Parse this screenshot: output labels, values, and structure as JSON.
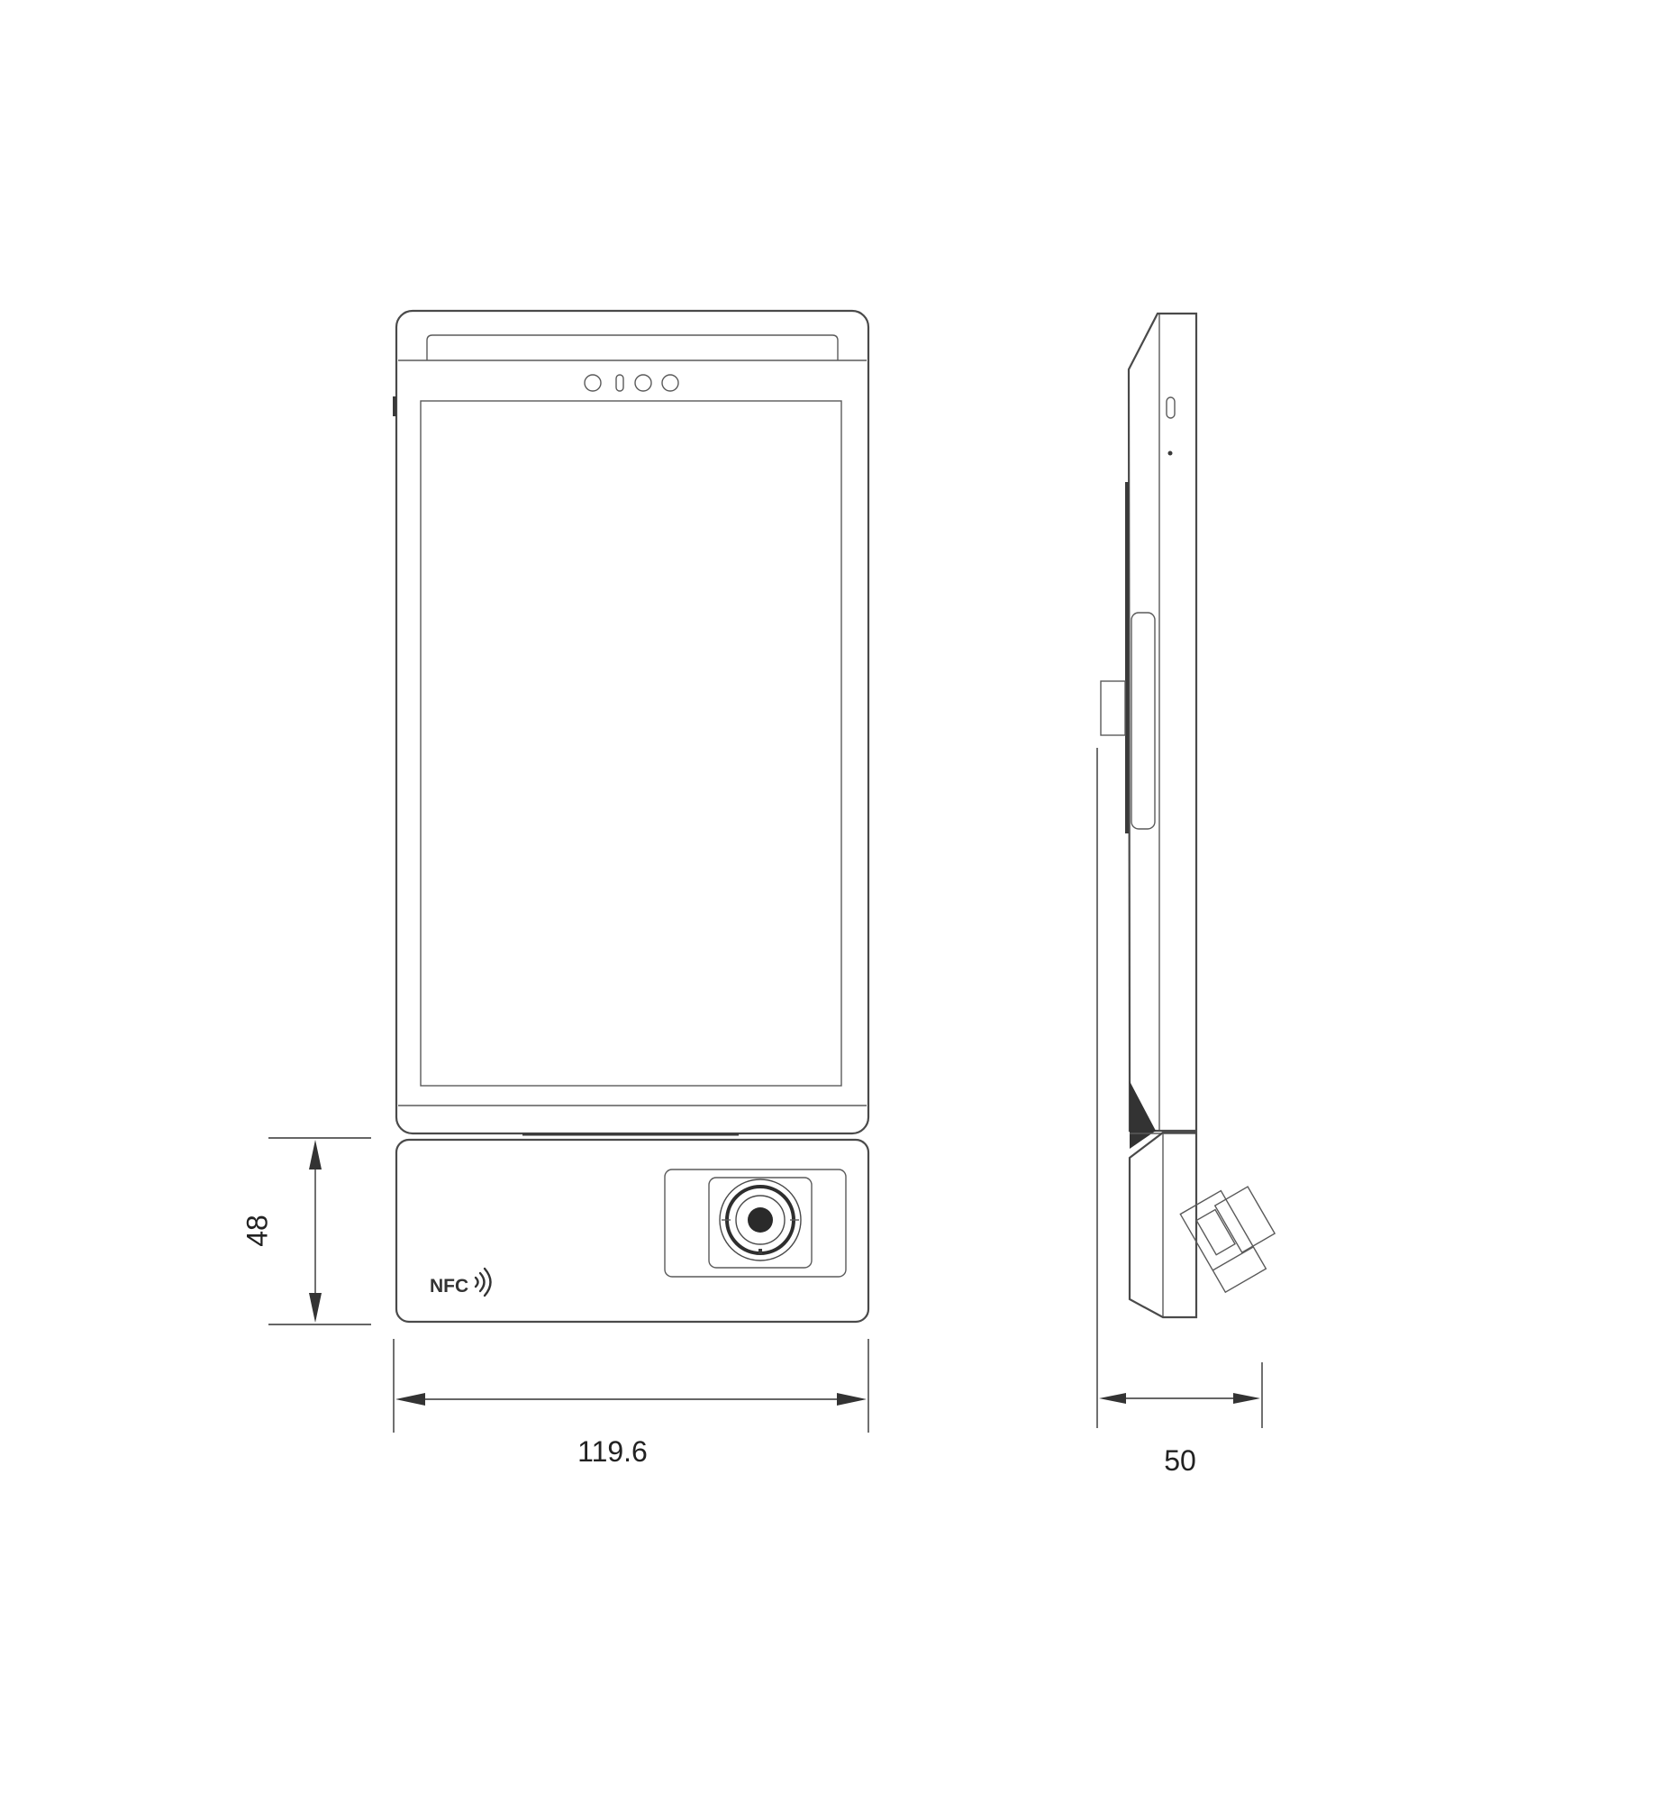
{
  "dimensions": {
    "height_label": "48",
    "width_label": "119.6",
    "depth_label": "50"
  },
  "front_view": {
    "nfc_label": "NFC"
  },
  "colors": {
    "line": "#4a4a4a",
    "dark_fill": "#3a3a3a",
    "background": "#ffffff"
  }
}
